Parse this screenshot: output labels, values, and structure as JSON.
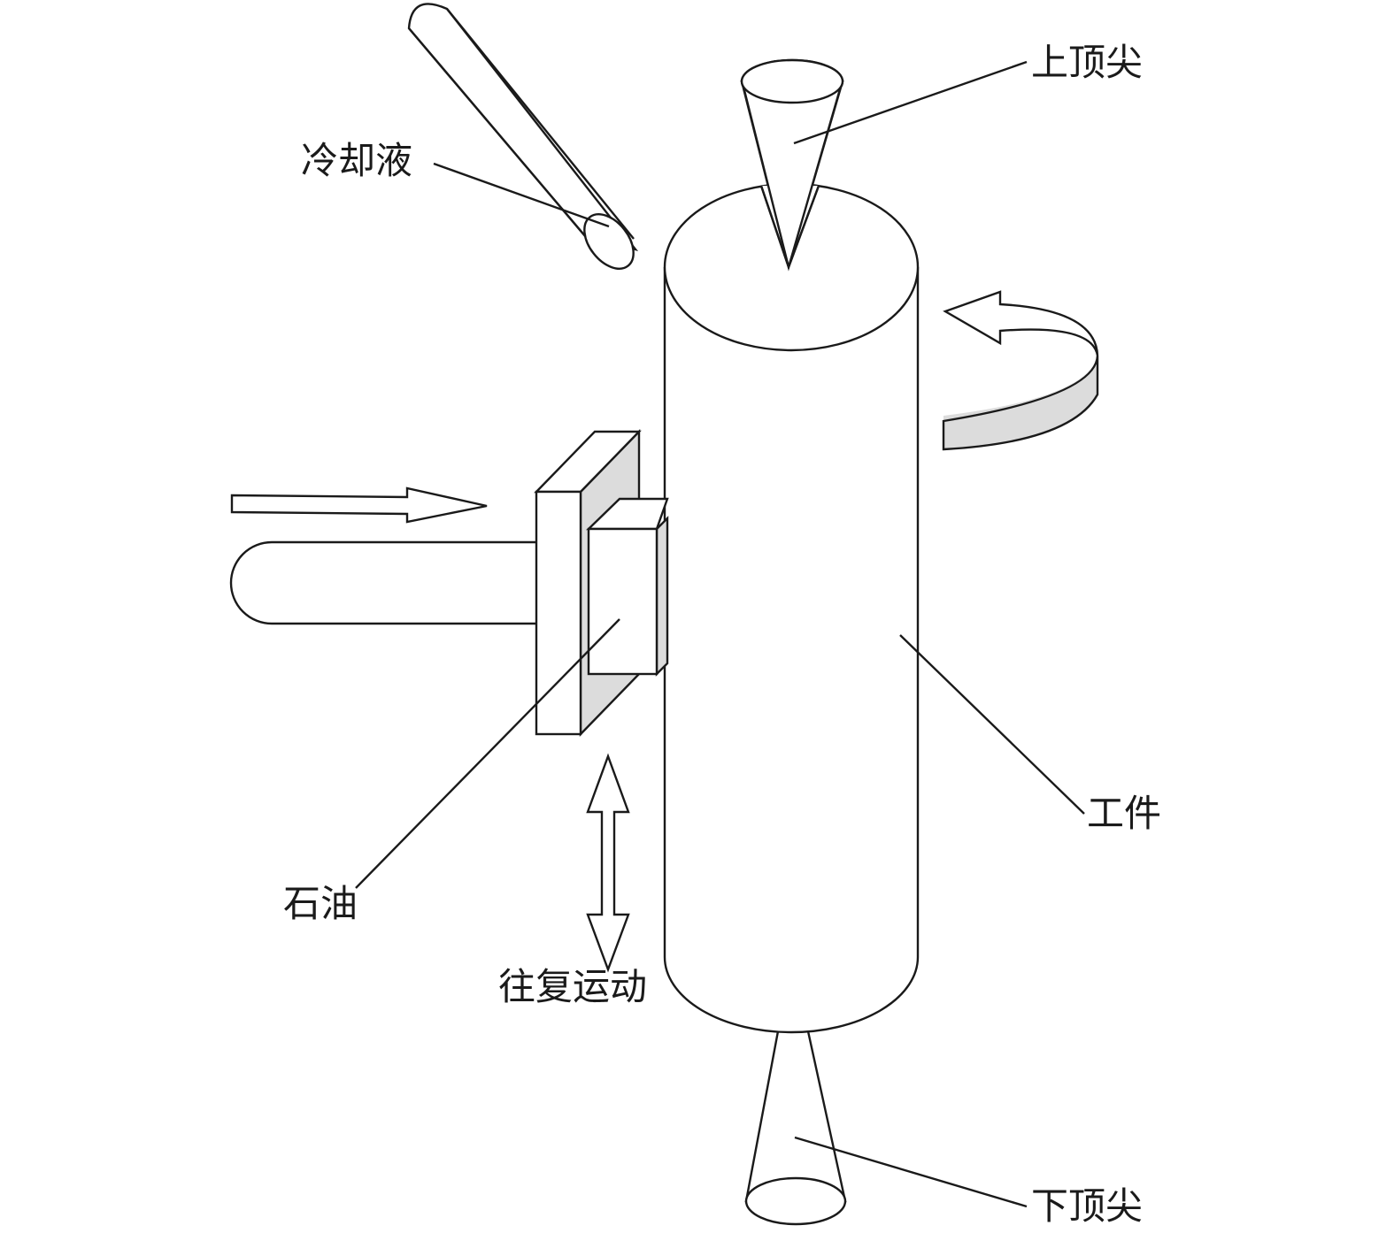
{
  "labels": {
    "upper_center": "上顶尖",
    "coolant": "冷却液",
    "workpiece": "工件",
    "oilstone": "石油",
    "reciprocating_motion": "往复运动",
    "lower_center": "下顶尖"
  },
  "colors": {
    "line": "#1a1a1a",
    "fill": "#ffffff",
    "shade": "#dcdcdc"
  },
  "icons": {
    "rotation_arrow": "curved-rotation-arrow",
    "feed_arrow": "right-arrow",
    "reciprocating_arrow": "double-vertical-arrow"
  }
}
